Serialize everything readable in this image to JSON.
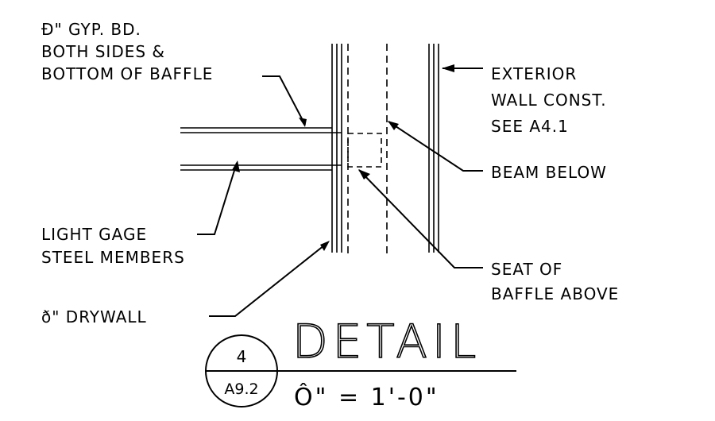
{
  "labels": {
    "gyp_line1": "Ð\" GYP. BD.",
    "gyp_line2": "BOTH SIDES &",
    "gyp_line3": "BOTTOM OF BAFFLE",
    "ext_line1": "EXTERIOR",
    "ext_line2": "WALL CONST.",
    "ext_line3": "SEE A4.1",
    "beam": "BEAM BELOW",
    "steel_line1": "LIGHT GAGE",
    "steel_line2": "STEEL MEMBERS",
    "seat_line1": "SEAT OF",
    "seat_line2": "BAFFLE ABOVE",
    "drywall": "ð\" DRYWALL"
  },
  "title_block": {
    "title": "DETAIL",
    "detail_number": "4",
    "sheet_number": "A9.2",
    "scale": "Ô\" = 1'-0\""
  }
}
